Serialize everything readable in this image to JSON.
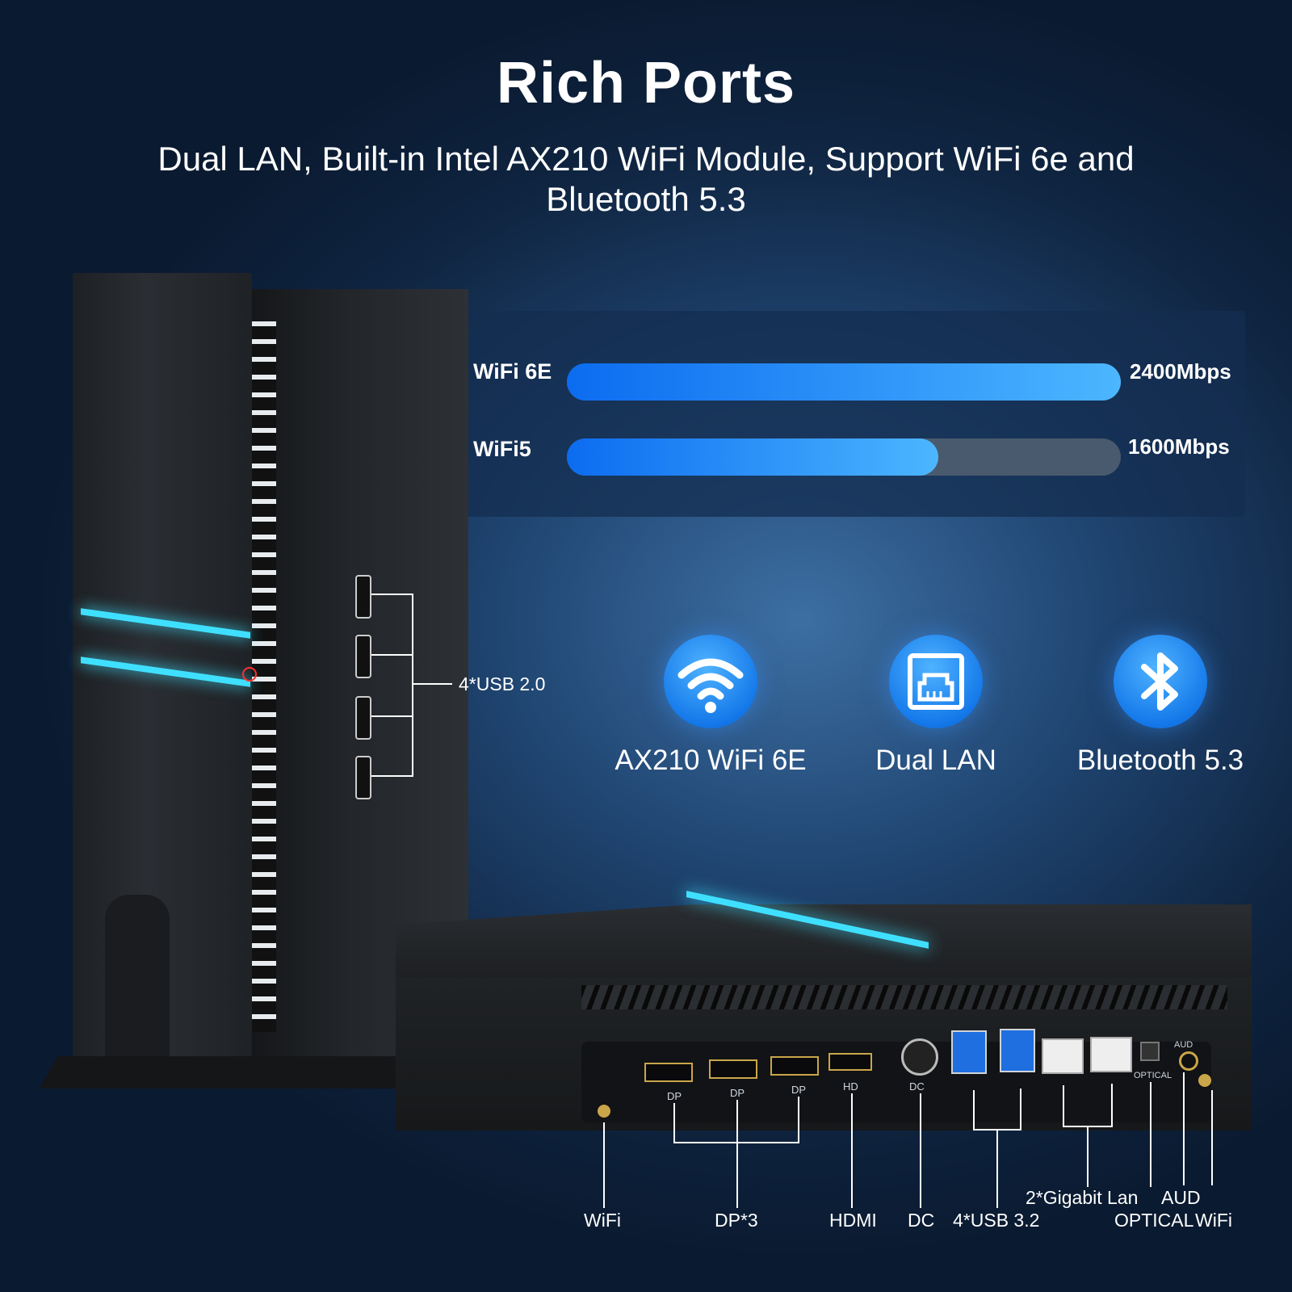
{
  "header": {
    "title": "Rich Ports",
    "subtitle": "Dual LAN, Built-in Intel AX210 WiFi Module, Support WiFi 6e and Bluetooth 5.3"
  },
  "speed_comparison": [
    {
      "label": "WiFi 6E",
      "value": "2400Mbps",
      "fill_fraction": 1.0
    },
    {
      "label": "WiFi5",
      "value": "1600Mbps",
      "fill_fraction": 0.67
    }
  ],
  "features": [
    {
      "label": "AX210 WiFi 6E",
      "icon": "wifi-icon"
    },
    {
      "label": "Dual LAN",
      "icon": "ethernet-icon"
    },
    {
      "label": "Bluetooth 5.3",
      "icon": "bluetooth-icon"
    }
  ],
  "tower_ports": {
    "usb2_label": "4*USB 2.0"
  },
  "rear_ports": {
    "wifi_left": "WiFi",
    "dp": "DP*3",
    "hdmi": "HDMI",
    "dc": "DC",
    "usb32": "4*USB 3.2",
    "lan": "2*Gigabit Lan",
    "aud": "AUD",
    "optical": "OPTICAL",
    "wifi_right": "WiFi"
  },
  "device_markings": {
    "dp1": "DP",
    "dp2": "DP",
    "dp3": "DP",
    "hd": "HD",
    "dc": "DC",
    "optical": "OPTICAL",
    "aud": "AUD"
  },
  "colors": {
    "accent_blue": "#1579ea",
    "led_cyan": "#3fe0ff",
    "background": "#0f2440"
  }
}
